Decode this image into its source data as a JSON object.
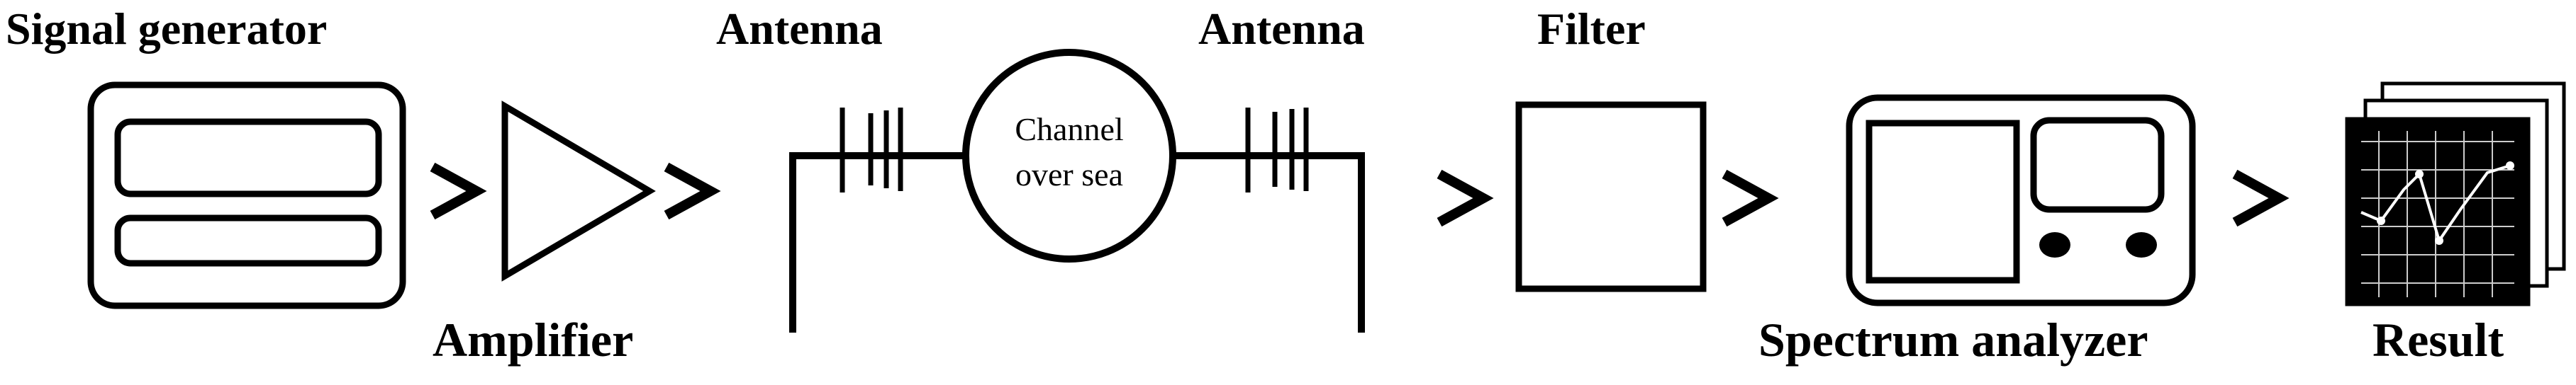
{
  "labels": {
    "signal_generator": "Signal generator",
    "amplifier": "Amplifier",
    "antenna_tx": "Antenna",
    "antenna_rx": "Antenna",
    "channel_line1": "Channel",
    "channel_line2": "over sea",
    "filter": "Filter",
    "spectrum_analyzer": "Spectrum analyzer",
    "result": "Result"
  },
  "colors": {
    "stroke": "#000000",
    "background": "#ffffff",
    "screen": "#000000",
    "screen_lines": "#ffffff"
  },
  "icons": {
    "arrow": "chevron-right-icon",
    "antenna": "antenna-icon"
  }
}
